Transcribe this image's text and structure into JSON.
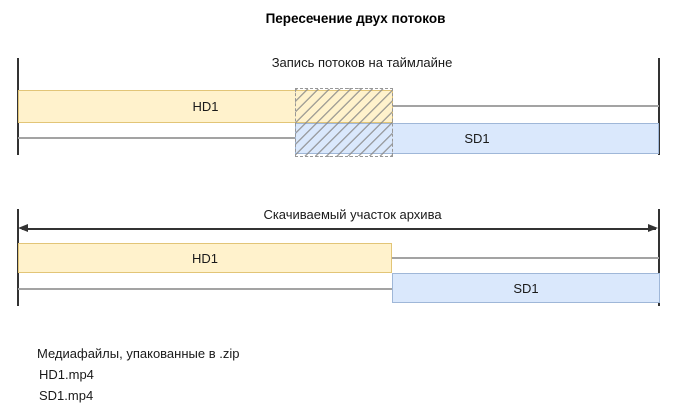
{
  "page": {
    "title": "Пересечение двух потоков"
  },
  "colors": {
    "hd_fill": "#FFF2CC",
    "hd_stroke": "#E2C577",
    "sd_fill": "#DAE8FC",
    "sd_stroke": "#9FB7D8",
    "axis": "#333333",
    "row_line": "#A3A3A3",
    "hatch": "#979797",
    "arrow": "#333333"
  },
  "timeline_recording": {
    "caption": "Запись потоков на таймлайне",
    "hd_label": "HD1",
    "sd_label": "SD1"
  },
  "timeline_download": {
    "caption": "Скачиваемый участок архива",
    "hd_label": "HD1",
    "sd_label": "SD1"
  },
  "files": {
    "heading": "Медиафайлы, упакованные в .zip",
    "items": [
      "HD1.mp4",
      "SD1.mp4"
    ]
  }
}
